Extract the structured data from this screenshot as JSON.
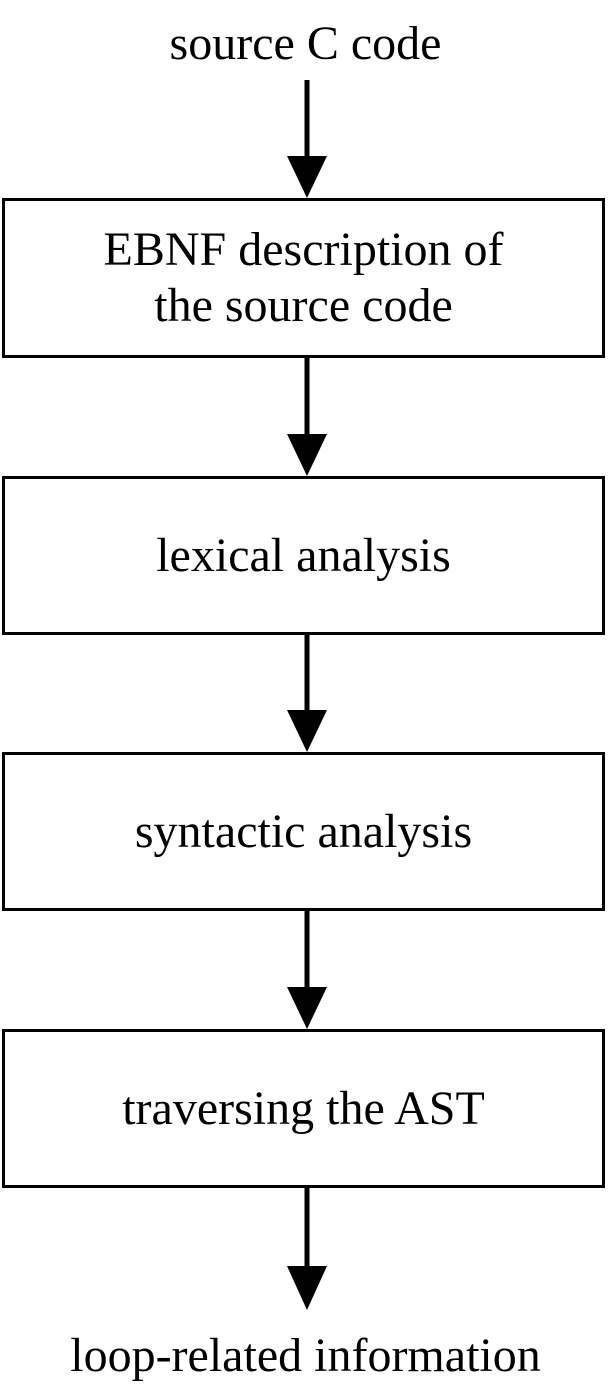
{
  "flowchart": {
    "input": "source C code",
    "steps": [
      {
        "label": "EBNF description of\nthe source code"
      },
      {
        "label": "lexical analysis"
      },
      {
        "label": "syntactic analysis"
      },
      {
        "label": "traversing the AST"
      }
    ],
    "output": "loop-related information",
    "colors": {
      "stroke": "#000000",
      "background": "#ffffff"
    }
  }
}
